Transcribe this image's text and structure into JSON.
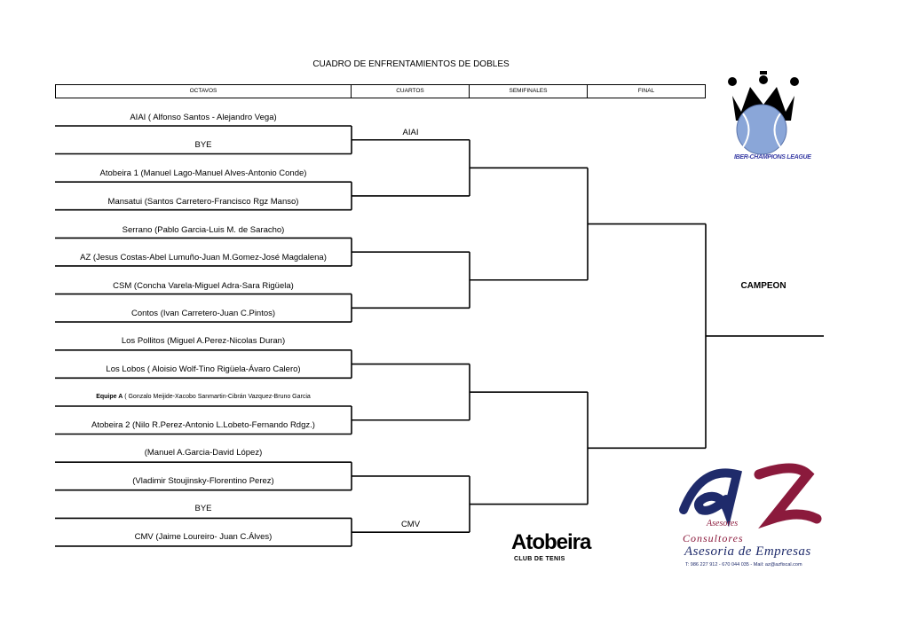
{
  "document": {
    "title": "CUADRO DE ENFRENTAMIENTOS DE DOBLES",
    "round_headers": {
      "r16": "OCTAVOS",
      "qf": "CUARTOS",
      "sf": "SEMIFINALES",
      "final": "FINAL"
    },
    "teams": [
      {
        "prefix": "",
        "label": "AIAI ( Alfonso Santos - Alejandro Vega)"
      },
      {
        "prefix": "",
        "label": "BYE"
      },
      {
        "prefix": "",
        "label": "Atobeira 1 (Manuel Lago-Manuel Alves-Antonio Conde)"
      },
      {
        "prefix": "",
        "label": "Mansatui (Santos Carretero-Francisco Rgz Manso)"
      },
      {
        "prefix": "",
        "label": "Serrano (Pablo Garcia-Luis M. de Saracho)"
      },
      {
        "prefix": "",
        "label": "AZ (Jesus Costas-Abel Lumuño-Juan M.Gomez-José Magdalena)"
      },
      {
        "prefix": "",
        "label": "CSM (Concha Varela-Miguel Adra-Sara Rigüela)"
      },
      {
        "prefix": "",
        "label": "Contos (Ivan Carretero-Juan C.Pintos)"
      },
      {
        "prefix": "",
        "label": "Los Pollitos (Miguel A.Perez-Nicolas Duran)"
      },
      {
        "prefix": "",
        "label": "Los Lobos ( Aloisio Wolf-Tino Rigüela-Ávaro Calero)"
      },
      {
        "prefix": "Equipe A",
        "label": " ( Gonzalo Meijide-Xacobo Sanmartin-Cibrán Vazquez-Bruno Garcia"
      },
      {
        "prefix": "",
        "label": "Atobeira 2 (Nilo R.Perez-Antonio L.Lobeto-Fernando Rdgz.)"
      },
      {
        "prefix": "",
        "label": "(Manuel A.Garcia-David López)"
      },
      {
        "prefix": "",
        "label": "(Vladimir Stoujinsky-Florentino Perez)"
      },
      {
        "prefix": "",
        "label": "BYE"
      },
      {
        "prefix": "",
        "label": "CMV (Jaime Loureiro- Juan C.Álves)"
      }
    ],
    "quarter_winners": [
      "AIAI",
      "CMV"
    ],
    "champion_label": "CAMPEON"
  },
  "logos": {
    "league_text": "IBER-CHAMPIONS LEAGUE",
    "az_line1": "Asesores",
    "az_line2": "Consultores",
    "az_line3": "Asesoria de Empresas",
    "az_contact": "T: 986 227 912 - 670 044 035 - Mail: az@azfiscal.com",
    "atobeira_name": "Atobeira",
    "atobeira_sub": "CLUB DE TENIS",
    "colors": {
      "az_blue": "#1f2b6b",
      "az_red": "#8b1a3c",
      "ball_blue": "#8aa6d8",
      "league_blue": "#3b3fa6"
    }
  }
}
